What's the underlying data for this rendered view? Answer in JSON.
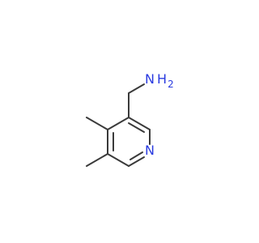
{
  "molecule": {
    "atoms": {
      "n_ring": {
        "label": "N",
        "color": "#2a3be0"
      },
      "n_amine": {
        "label": "N",
        "color": "#2a3be0"
      },
      "h_amine": {
        "label": "H",
        "color": "#2a3be0"
      },
      "h2_subscript": {
        "label": "2",
        "color": "#2a3be0"
      }
    },
    "bond_color": "#3a3a3a"
  }
}
